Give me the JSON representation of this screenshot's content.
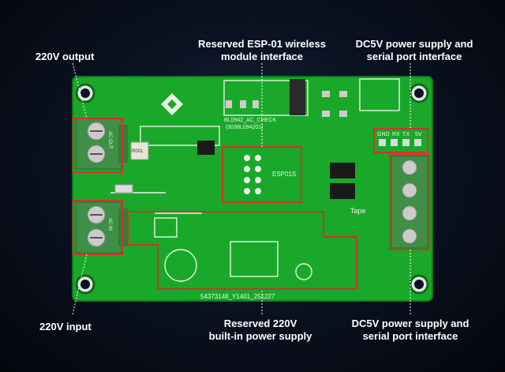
{
  "colors": {
    "background": "#0b1222",
    "pcb_green": "#1aa82a",
    "pcb_dark": "#12821f",
    "silkscreen": "#e6f5e6",
    "terminal_green": "#3f8f46",
    "highlight_red": "#d0342c",
    "annotation_line": "#ffffff"
  },
  "labels": {
    "output_220v": "220V output",
    "input_220v": "220V input",
    "esp01_line1": "Reserved ESP-01 wireless",
    "esp01_line2": "module interface",
    "dc5v_top_line1": "DC5V power supply and",
    "dc5v_top_line2": "serial port interface",
    "power_line1": "Reserved 220V",
    "power_line2": "built-in power supply",
    "dc5v_bottom_line1": "DC5V power supply and",
    "dc5v_bottom_line2": "serial port interface"
  },
  "silkscreen": {
    "chip_label": "BL0942_AC_CHECK",
    "chip_code": "(3038L094201)",
    "esp_label": "ESP01S",
    "tape_label": "Tape",
    "resistor_code": "R001",
    "board_id": "54373148_Y1401_251227",
    "header_pins": [
      "GND",
      "RX",
      "TX",
      "5V"
    ],
    "ac_out": "AC OUT",
    "ac_in": "AC IN"
  },
  "icons": {
    "logo": "fastener-logo-icon"
  }
}
